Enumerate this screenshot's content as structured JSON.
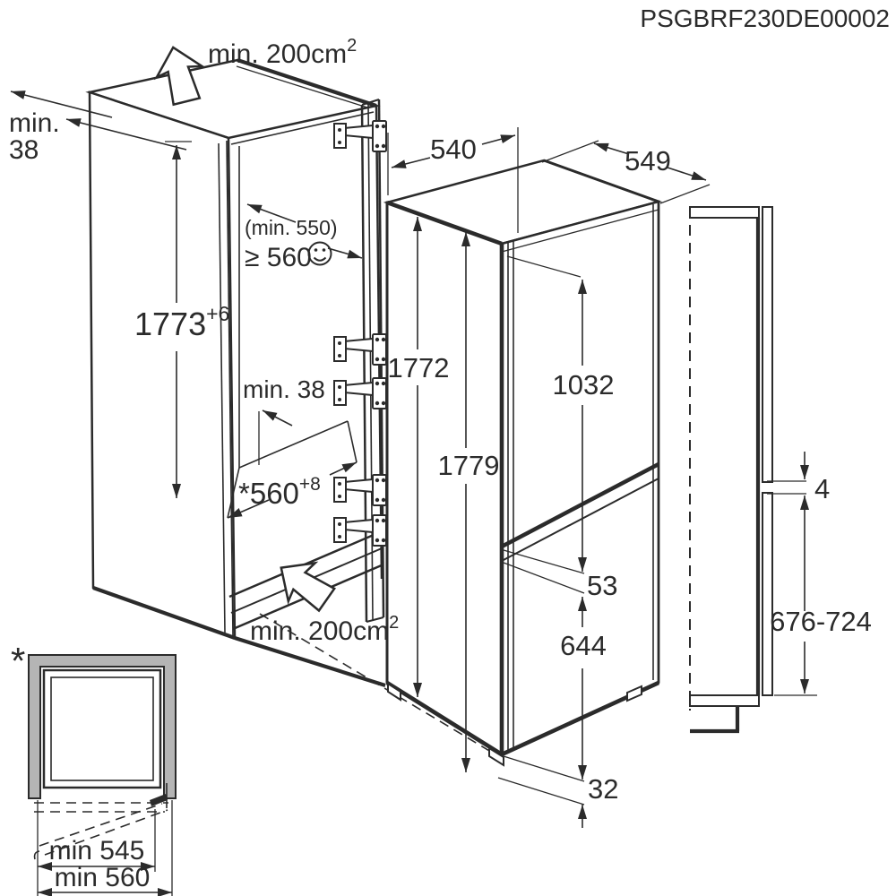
{
  "drawing_code": "PSGBRF230DE00002",
  "niche": {
    "top_vent": {
      "text": "min. 200cm",
      "sup": "2"
    },
    "top_clearance": {
      "line1": "min.",
      "line2": "38"
    },
    "height": {
      "value": "1773",
      "sup": "+6"
    },
    "depth_note": {
      "line1": "(min. 550)",
      "line2": "≥ 560"
    },
    "rear_clearance": "min. 38",
    "depth": {
      "value": "*560",
      "sup": "+8"
    },
    "bottom_vent": {
      "text": "min. 200cm",
      "sup": "2"
    }
  },
  "appliance": {
    "width": "540",
    "depth": "549",
    "height": "1772",
    "height_overall": "1779",
    "upper_door_height": "1032",
    "door_gap": "53",
    "lower_door_height": "644",
    "plinth_clearance": "32"
  },
  "furniture": {
    "panel_gap": "4",
    "lower_panel_height": "676-724"
  },
  "top_view": {
    "marker": "*",
    "inner_width": "min 545",
    "outer_width": "min 560"
  },
  "icons": {
    "smiley": "☺",
    "airflow_arrow": "⇧"
  },
  "colors": {
    "line": "#2b2b2b",
    "frame_gray": "#b5b5b5",
    "background": "#ffffff"
  }
}
